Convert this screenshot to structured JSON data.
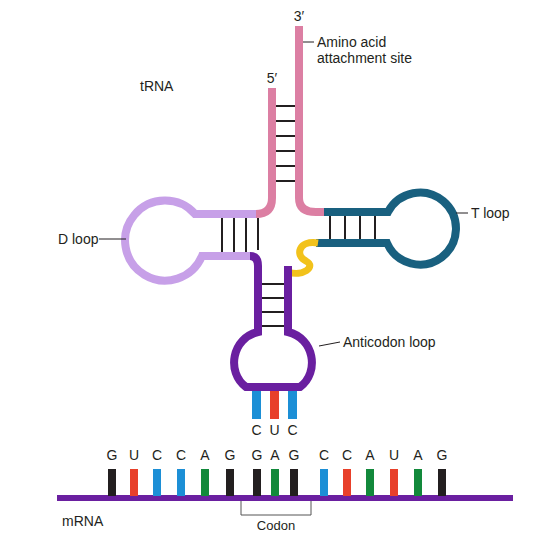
{
  "diagram": {
    "labels": [
      "3′",
      "Amino acid attachment site",
      "5′",
      "tRNA",
      "D loop",
      "T loop",
      "Anticodon loop",
      "C",
      "U",
      "C",
      "G",
      "U",
      "C",
      "C",
      "A",
      "G",
      "G",
      "A",
      "G",
      "C",
      "C",
      "A",
      "U",
      "A",
      "G",
      "Codon",
      "mRNA"
    ]
  }
}
